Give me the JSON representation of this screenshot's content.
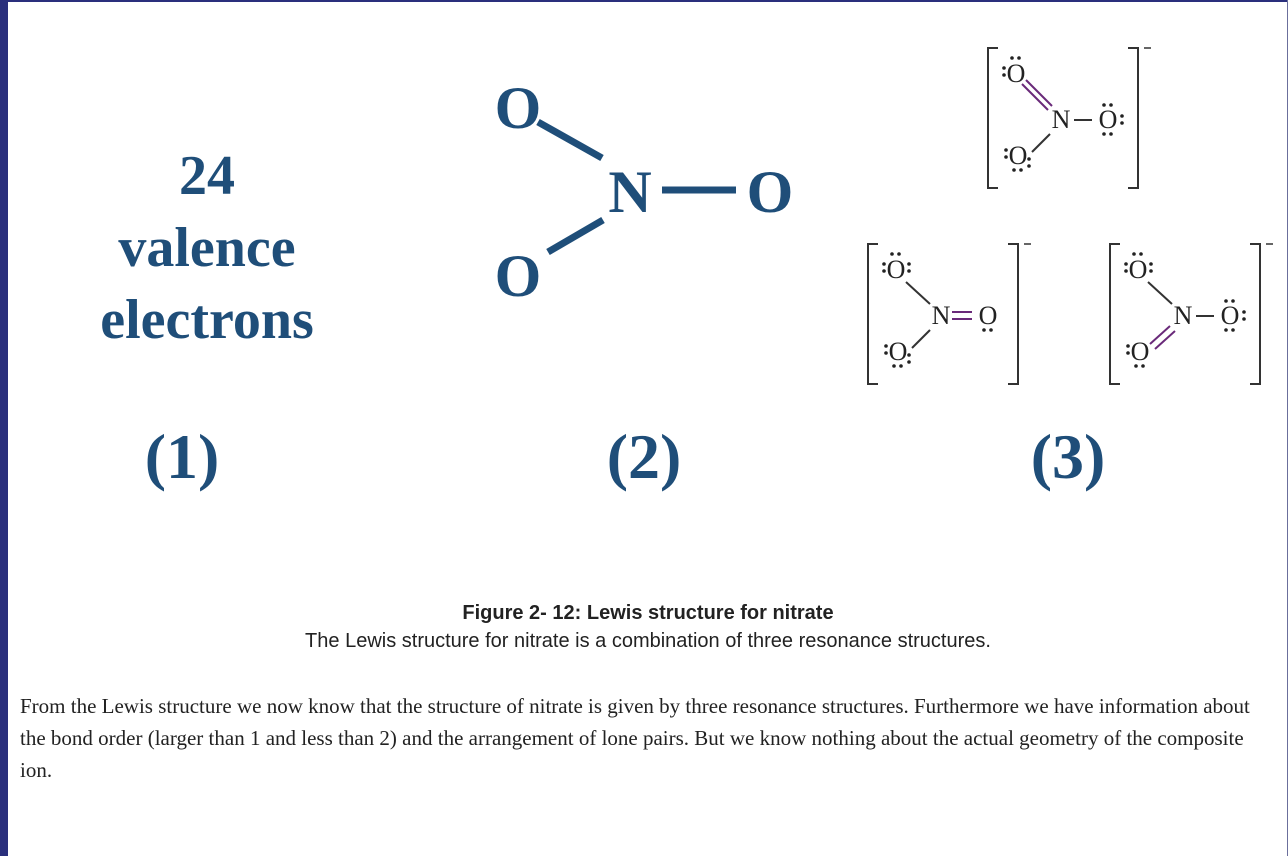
{
  "panel1": {
    "line1": "24",
    "line2": "valence",
    "line3": "electrons"
  },
  "panel_labels": [
    "(1)",
    "(2)",
    "(3)"
  ],
  "skeleton": {
    "center": "N",
    "o_top": "O",
    "o_right": "O",
    "o_bottom": "O"
  },
  "atoms": {
    "nitrogen": "N",
    "oxygen": "O"
  },
  "figure": {
    "title": "Figure 2- 12: Lewis structure for nitrate",
    "caption": "The Lewis structure for nitrate is a combination of three resonance structures."
  },
  "body_text": "From the Lewis structure we now know that the structure of nitrate is given by three resonance structures. Furthermore we have information about the bond order (larger than 1 and less than 2) and the arrangement of lone pairs. But we know nothing about the actual geometry of the composite ion.",
  "colors": {
    "frame": "#2a2f7c",
    "heading_blue": "#1f4e79",
    "double_bond": "#6a2a7a"
  }
}
